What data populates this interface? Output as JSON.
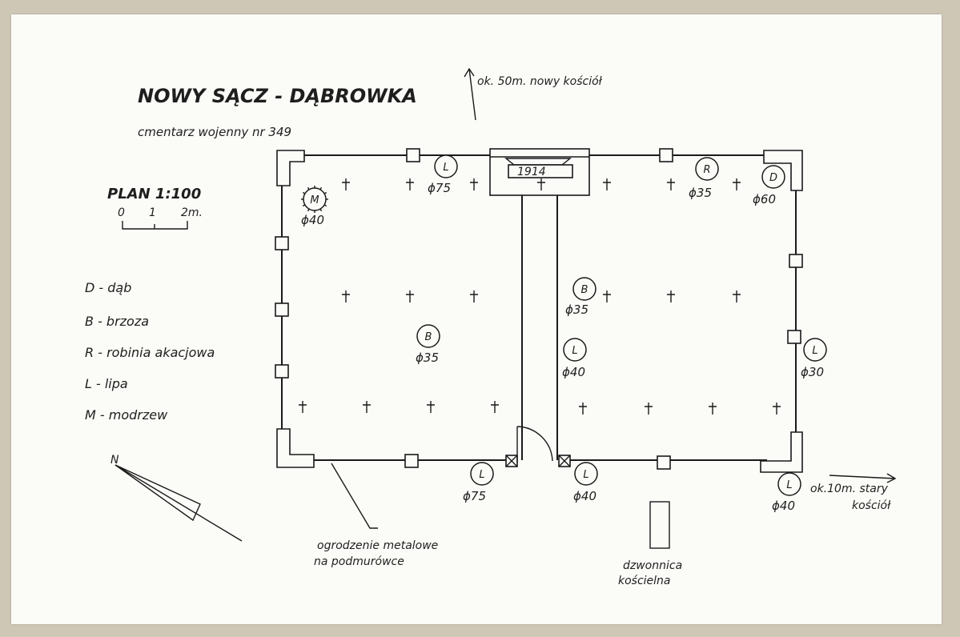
{
  "title": "NOWY SĄCZ - DĄBROWKA",
  "subtitle": "cmentarz wojenny nr 349",
  "scale": {
    "title": "PLAN 1:100",
    "ticks": [
      "0",
      "1",
      "2m."
    ]
  },
  "legend": [
    {
      "key": "D",
      "label": "D - dąb"
    },
    {
      "key": "B",
      "label": "B - brzoza"
    },
    {
      "key": "R",
      "label": "R - robinia akacjowa"
    },
    {
      "key": "L",
      "label": "L - lipa"
    },
    {
      "key": "M",
      "label": "M - modrzew"
    }
  ],
  "north_label": "N",
  "gate_year": "1914",
  "annotations": {
    "new_church": "ok. 50m. nowy kościół",
    "old_church_line1": "ok.10m. stary",
    "old_church_line2": "kościół",
    "fence_line1": "ogrodzenie metalowe",
    "fence_line2": "na podmurówce",
    "belfry_line1": "dzwonnica",
    "belfry_line2": "kościelna"
  },
  "trees": [
    {
      "letter": "M",
      "diameter": "ϕ40"
    },
    {
      "letter": "L",
      "diameter": "ϕ75"
    },
    {
      "letter": "R",
      "diameter": "ϕ35"
    },
    {
      "letter": "D",
      "diameter": "ϕ60"
    },
    {
      "letter": "B",
      "diameter": "ϕ35"
    },
    {
      "letter": "B",
      "diameter": "ϕ35"
    },
    {
      "letter": "L",
      "diameter": "ϕ40"
    },
    {
      "letter": "L",
      "diameter": "ϕ30"
    },
    {
      "letter": "L",
      "diameter": "ϕ75"
    },
    {
      "letter": "L",
      "diameter": "ϕ40"
    },
    {
      "letter": "L",
      "diameter": "ϕ40"
    }
  ]
}
